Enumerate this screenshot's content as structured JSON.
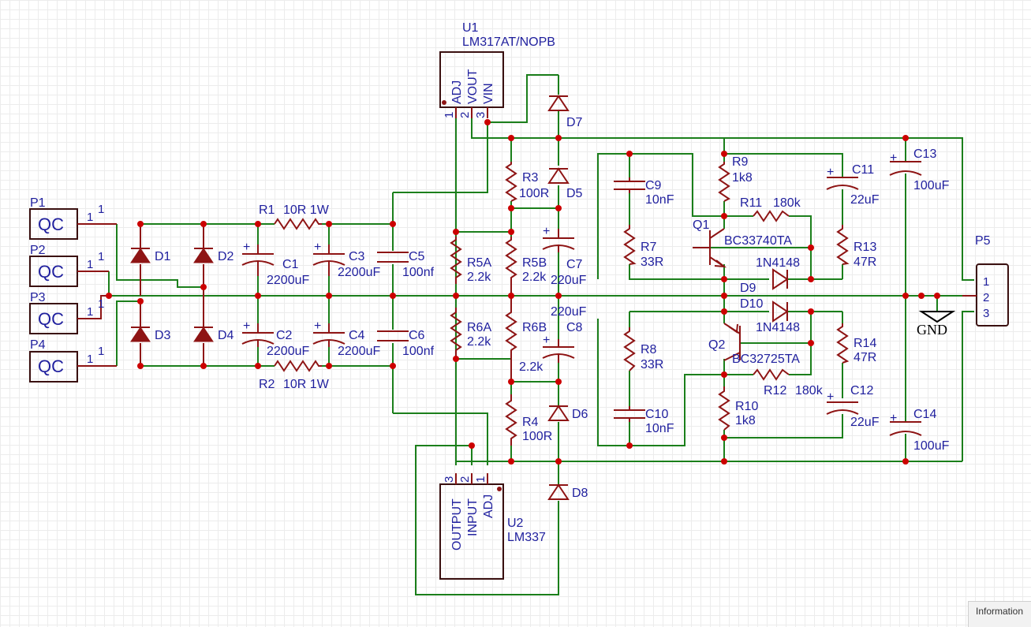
{
  "connectors": [
    {
      "ref": "P1",
      "label": "QC",
      "pin": "1",
      "pinnum": "1"
    },
    {
      "ref": "P2",
      "label": "QC",
      "pin": "1",
      "pinnum": "1"
    },
    {
      "ref": "P3",
      "label": "QC",
      "pin": "1",
      "pinnum": "1"
    },
    {
      "ref": "P4",
      "label": "QC",
      "pin": "1",
      "pinnum": "1"
    }
  ],
  "u1": {
    "ref": "U1",
    "value": "LM317AT/NOPB",
    "pins": [
      "ADJ",
      "VOUT",
      "VIN"
    ],
    "pinnums": [
      "1",
      "2",
      "3"
    ]
  },
  "u2": {
    "ref": "U2",
    "value": "LM337",
    "pins": [
      "OUTPUT",
      "INPUT",
      "ADJ"
    ],
    "pinnums": [
      "3",
      "2",
      "1"
    ]
  },
  "diodes": {
    "d1": "D1",
    "d2": "D2",
    "d3": "D3",
    "d4": "D4",
    "d5": "D5",
    "d6": "D6",
    "d7": "D7",
    "d8": "D8",
    "d9": "D9",
    "d10": "D10",
    "d9v": "1N4148",
    "d10v": "1N4148"
  },
  "resistors": {
    "r1": {
      "ref": "R1",
      "value": "10R 1W"
    },
    "r2": {
      "ref": "R2",
      "value": "10R 1W"
    },
    "r3": {
      "ref": "R3",
      "value": "100R"
    },
    "r4": {
      "ref": "R4",
      "value": "100R"
    },
    "r5a": {
      "ref": "R5A",
      "value": "2.2k"
    },
    "r5b": {
      "ref": "R5B",
      "value": "2.2k"
    },
    "r6a": {
      "ref": "R6A",
      "value": "2.2k"
    },
    "r6b": {
      "ref": "R6B",
      "value": "2.2k"
    },
    "r7": {
      "ref": "R7",
      "value": "33R"
    },
    "r8": {
      "ref": "R8",
      "value": "33R"
    },
    "r9": {
      "ref": "R9",
      "value": "1k8"
    },
    "r10": {
      "ref": "R10",
      "value": "1k8"
    },
    "r11": {
      "ref": "R11",
      "value": "180k"
    },
    "r12": {
      "ref": "R12",
      "value": "180k"
    },
    "r13": {
      "ref": "R13",
      "value": "47R"
    },
    "r14": {
      "ref": "R14",
      "value": "47R"
    }
  },
  "capacitors": {
    "c1": {
      "ref": "C1",
      "value": "2200uF"
    },
    "c2": {
      "ref": "C2",
      "value": "2200uF"
    },
    "c3": {
      "ref": "C3",
      "value": "2200uF"
    },
    "c4": {
      "ref": "C4",
      "value": "2200uF"
    },
    "c5": {
      "ref": "C5",
      "value": "100nf"
    },
    "c6": {
      "ref": "C6",
      "value": "100nf"
    },
    "c7": {
      "ref": "C7",
      "value": "220uF"
    },
    "c8": {
      "ref": "C8",
      "value": "220uF"
    },
    "c9": {
      "ref": "C9",
      "value": "10nF"
    },
    "c10": {
      "ref": "C10",
      "value": "10nF"
    },
    "c11": {
      "ref": "C11",
      "value": "22uF"
    },
    "c12": {
      "ref": "C12",
      "value": "22uF"
    },
    "c13": {
      "ref": "C13",
      "value": "100uF"
    },
    "c14": {
      "ref": "C14",
      "value": "100uF"
    }
  },
  "transistors": {
    "q1": {
      "ref": "Q1",
      "value": "BC33740TA"
    },
    "q2": {
      "ref": "Q2",
      "value": "BC32725TA"
    }
  },
  "p5": {
    "ref": "P5",
    "pins": [
      "1",
      "2",
      "3"
    ]
  },
  "gnd": "GND",
  "info_tab": "Information",
  "colors": {
    "wire": "#1b7f1b",
    "component": "#8e1414",
    "label": "#1f1f9e",
    "junction": "#cc0000"
  }
}
